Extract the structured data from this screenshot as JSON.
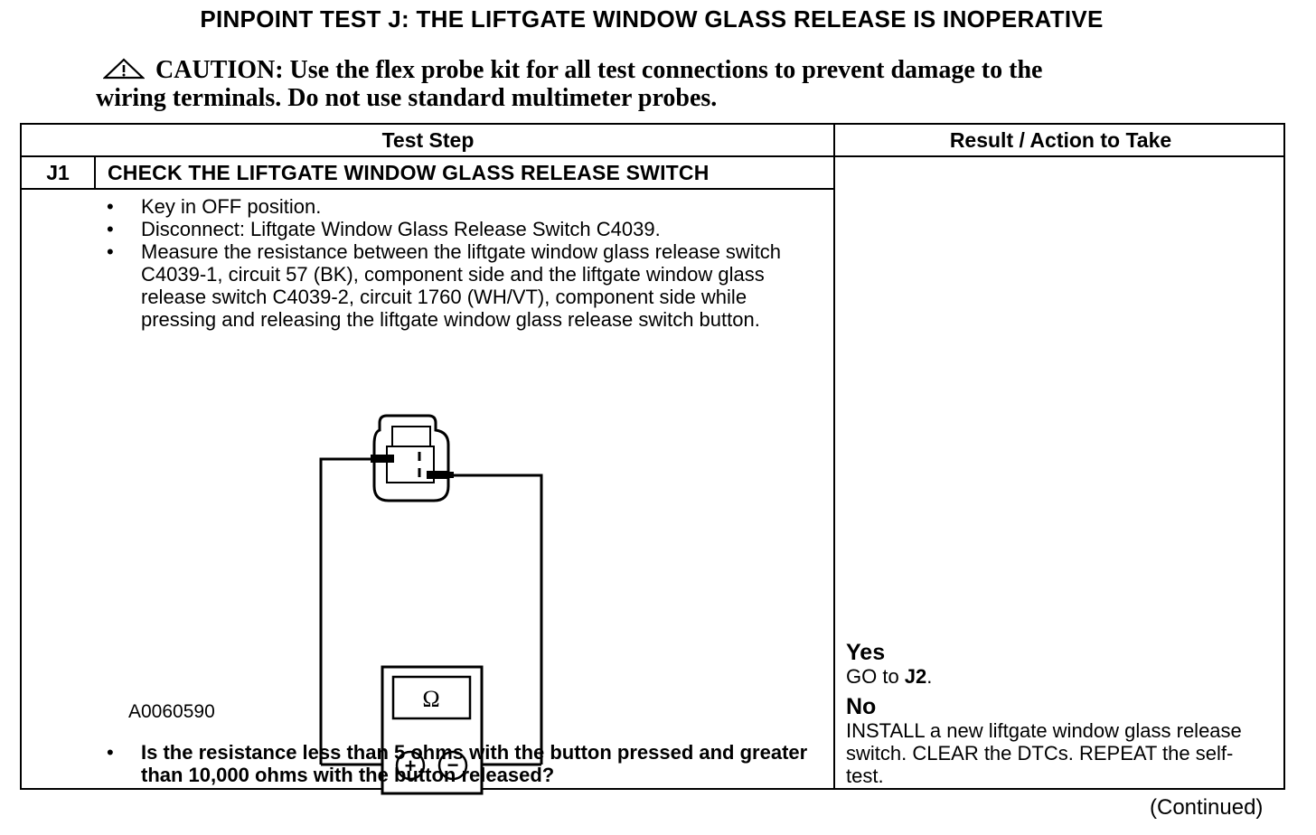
{
  "title": "PINPOINT TEST J: THE LIFTGATE WINDOW GLASS RELEASE IS INOPERATIVE",
  "caution": {
    "icon": "warning-triangle-icon",
    "line1": "CAUTION: Use the flex probe kit for all test connections to prevent damage to the",
    "line2": "wiring terminals. Do not use standard multimeter probes."
  },
  "table": {
    "header_step": "Test Step",
    "header_result": "Result / Action to Take",
    "step": {
      "id": "J1",
      "title": "CHECK THE LIFTGATE WINDOW GLASS RELEASE SWITCH",
      "bullets": [
        "Key in OFF position.",
        "Disconnect: Liftgate Window Glass Release Switch C4039.",
        "Measure the resistance between the liftgate window glass release switch C4039-1, circuit 57 (BK), component side and the liftgate window glass release switch C4039-2, circuit 1760 (WH/VT), component side while pressing and releasing the liftgate window glass release switch button."
      ],
      "figure": {
        "meter_symbol": "Ω",
        "plus": "+",
        "minus": "−",
        "id": "A0060590"
      },
      "question": "Is the resistance less than 5 ohms with the button pressed and greater than 10,000 ohms with the button released?"
    },
    "results": {
      "yes_label": "Yes",
      "yes_prefix": "GO to ",
      "yes_target": "J2",
      "yes_suffix": ".",
      "no_label": "No",
      "no_action": "INSTALL a new liftgate window glass release switch. CLEAR the DTCs. REPEAT the self-test."
    }
  },
  "footer": "(Continued)"
}
